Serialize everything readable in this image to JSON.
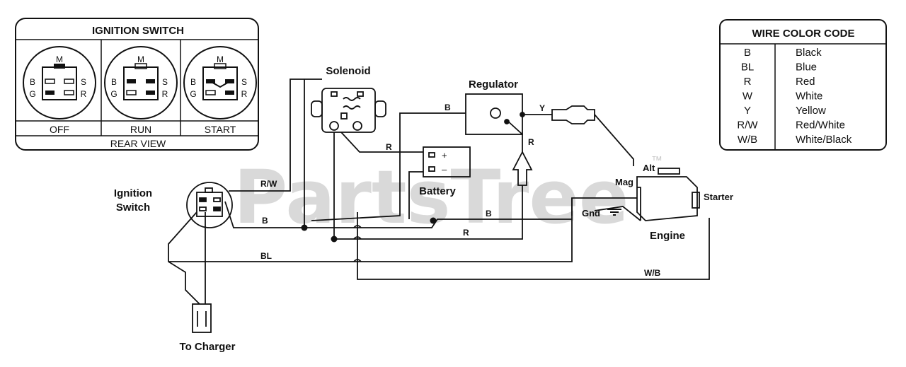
{
  "watermark": {
    "text": "PartsTree",
    "mark": "™"
  },
  "ignition_panel": {
    "title": "IGNITION SWITCH",
    "footer": "REAR VIEW",
    "positions": [
      "OFF",
      "RUN",
      "START"
    ],
    "terminals": {
      "m": "M",
      "b": "B",
      "g": "G",
      "s": "S",
      "r": "R"
    }
  },
  "legend": {
    "title": "WIRE COLOR CODE",
    "rows": [
      {
        "code": "B",
        "color": "Black"
      },
      {
        "code": "BL",
        "color": "Blue"
      },
      {
        "code": "R",
        "color": "Red"
      },
      {
        "code": "W",
        "color": "White"
      },
      {
        "code": "Y",
        "color": "Yellow"
      },
      {
        "code": "R/W",
        "color": "Red/White"
      },
      {
        "code": "W/B",
        "color": "White/Black"
      }
    ]
  },
  "components": {
    "solenoid": "Solenoid",
    "regulator": "Regulator",
    "battery": "Battery",
    "ignition_switch_line1": "Ignition",
    "ignition_switch_line2": "Switch",
    "engine": "Engine",
    "starter": "Starter",
    "mag": "Mag",
    "alt": "Alt",
    "gnd": "Gnd",
    "to_charger": "To Charger"
  },
  "battery_terminals": {
    "pos": "+",
    "neg": "–"
  },
  "wire_labels": {
    "rw": "R/W",
    "b_switch": "B",
    "bl": "BL",
    "b_regulator": "B",
    "y_regulator": "Y",
    "r_regulator": "R",
    "r_solenoid": "R",
    "b_battery": "B",
    "r_lower": "R",
    "wb": "W/B"
  }
}
